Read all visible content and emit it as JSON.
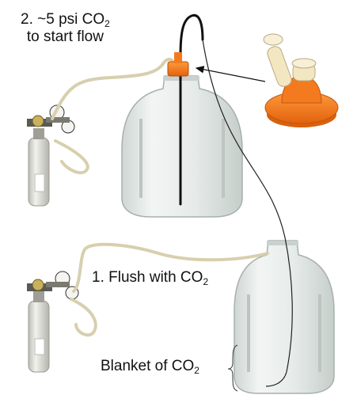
{
  "labels": {
    "step2_line1_prefix": "2. ~5 psi CO",
    "step2_line1_sub": "2",
    "step2_line2": "to start flow",
    "step1_prefix": "1. Flush with CO",
    "step1_sub": "2",
    "blanket_prefix": "Blanket of CO",
    "blanket_sub": "2"
  },
  "colors": {
    "cap_orange": "#f47a20",
    "cap_cream": "#f3e7c2",
    "tube_beige": "#d7cfae",
    "racking_cane": "#111111",
    "glass": "#e3e8e6",
    "tank_silver": "#d8d8d2"
  }
}
